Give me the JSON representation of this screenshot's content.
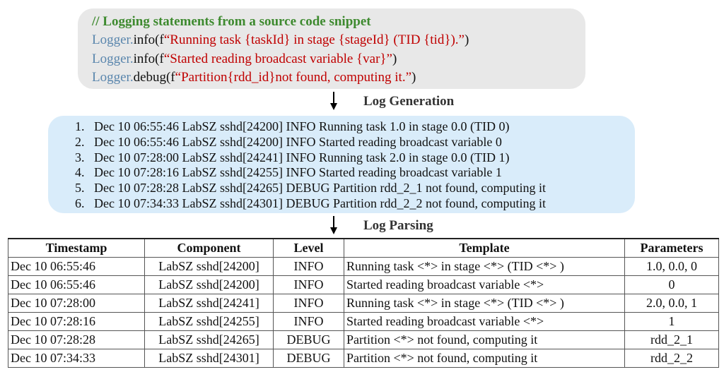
{
  "code_snippet": {
    "comment": "// Logging statements from a source code snippet",
    "lines": [
      {
        "logger": "Logger.",
        "method": "info(f",
        "string": "“Running task {taskId} in stage {stageId} (TID {tid}).”",
        "close": ")"
      },
      {
        "logger": "Logger.",
        "method": "info(f",
        "string": "“Started reading broadcast variable {var}”",
        "close": ")"
      },
      {
        "logger": "Logger.",
        "method": "debug(f",
        "string": "“Partition{rdd_id}not found, computing it.”",
        "close": ")"
      }
    ]
  },
  "steps": {
    "generation": "Log Generation",
    "parsing": "Log Parsing"
  },
  "raw_logs": [
    {
      "num": "1.",
      "text": "Dec 10 06:55:46 LabSZ sshd[24200] INFO Running task 1.0 in stage 0.0 (TID 0)"
    },
    {
      "num": "2.",
      "text": "Dec 10 06:55:46 LabSZ sshd[24200] INFO Started reading broadcast variable 0"
    },
    {
      "num": "3.",
      "text": "Dec 10 07:28:00 LabSZ sshd[24241] INFO Running task 2.0 in stage 0.0 (TID 1)"
    },
    {
      "num": "4.",
      "text": "Dec 10 07:28:16 LabSZ sshd[24255] INFO Started reading broadcast variable 1"
    },
    {
      "num": "5.",
      "text": "Dec 10 07:28:28 LabSZ sshd[24265] DEBUG Partition rdd_2_1 not found, computing it"
    },
    {
      "num": "6.",
      "text": "Dec 10 07:34:33 LabSZ sshd[24301] DEBUG Partition rdd_2_2 not found, computing it"
    }
  ],
  "table": {
    "headers": [
      "Timestamp",
      "Component",
      "Level",
      "Template",
      "Parameters"
    ],
    "rows": [
      [
        "Dec 10 06:55:46",
        "LabSZ sshd[24200]",
        "INFO",
        "Running task <*> in stage <*>  (TID <*> )",
        "1.0, 0.0, 0"
      ],
      [
        "Dec 10 06:55:46",
        "LabSZ sshd[24200]",
        "INFO",
        "Started reading broadcast variable <*>",
        "0"
      ],
      [
        "Dec 10 07:28:00",
        "LabSZ sshd[24241]",
        "INFO",
        "Running task <*> in stage <*>  (TID <*> )",
        "2.0, 0.0, 1"
      ],
      [
        "Dec 10 07:28:16",
        "LabSZ sshd[24255]",
        "INFO",
        "Started reading broadcast variable <*>",
        "1"
      ],
      [
        "Dec 10 07:28:28",
        "LabSZ sshd[24265]",
        "DEBUG",
        "Partition <*> not found, computing it",
        "rdd_2_1"
      ],
      [
        "Dec 10 07:34:33",
        "LabSZ sshd[24301]",
        "DEBUG",
        "Partition <*> not found, computing it",
        "rdd_2_2"
      ]
    ]
  },
  "colors": {
    "code_bg": "#e8e8e8",
    "comment": "#3e8a2f",
    "logger": "#5a86ad",
    "string": "#c00000",
    "logs_bg": "#d9ecfa"
  }
}
